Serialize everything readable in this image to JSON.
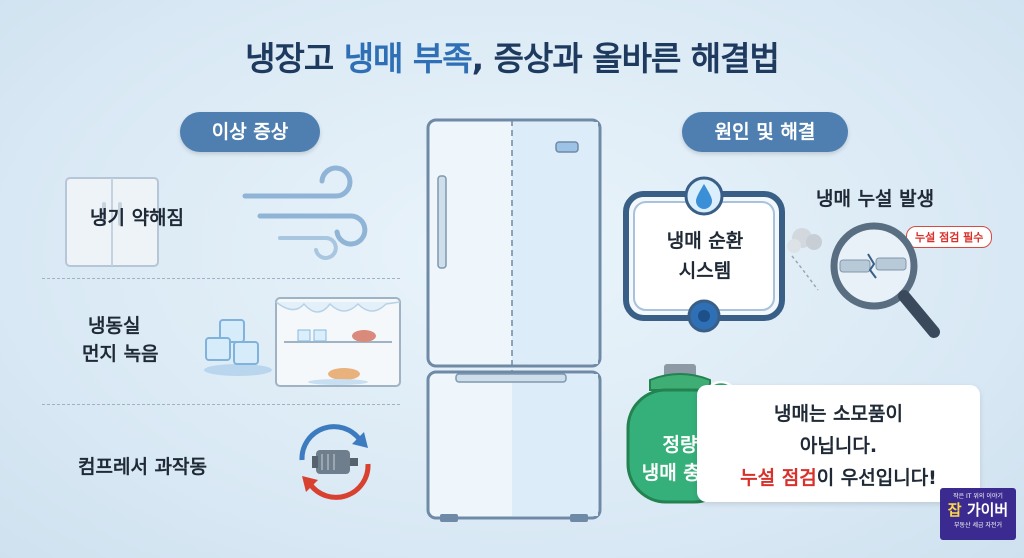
{
  "title": {
    "part1": "냉장고 ",
    "accent": "냉매 부족",
    "part2": ", 증상과 올바른 해결법"
  },
  "left": {
    "header": "이상 증상",
    "items": [
      {
        "label": "냉기 약해짐"
      },
      {
        "label_line1": "냉동실",
        "label_line2": "먼지 녹음"
      },
      {
        "label": "컴프레서 과작동"
      }
    ]
  },
  "right": {
    "header": "원인 및 해결",
    "cycle_line1": "냉매 순환",
    "cycle_line2": "시스템",
    "leak_title": "냉매 누설 발생",
    "leak_badge": "누설 점검 필수",
    "tank_line1": "정량",
    "tank_line2": "냉매 충전",
    "card_line1": "냉매는 소모품이",
    "card_line2": "아닙니다.",
    "card_line3_red": "누설 점검",
    "card_line3_rest": "이 우선입니다!"
  },
  "logo": {
    "top": "작은 IT 위의 이야기",
    "main_a": "잡",
    "main_b": "가이버",
    "bottom": "부동산 세금 자전거"
  },
  "colors": {
    "accent": "#2f6fb5",
    "pill": "#4f7fb0",
    "warning": "#d8312b",
    "tank": "#2fb37a"
  }
}
